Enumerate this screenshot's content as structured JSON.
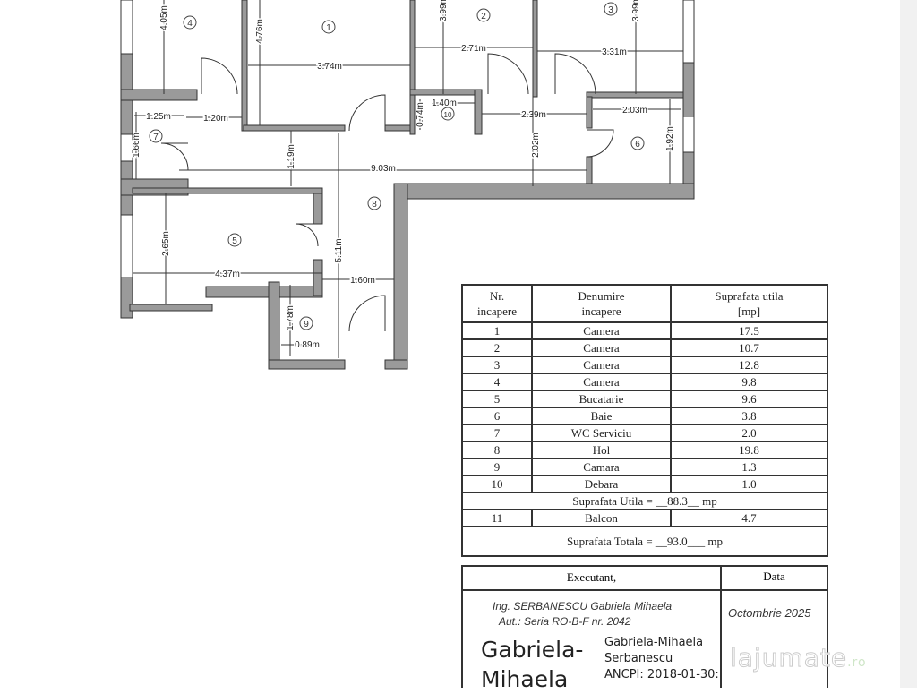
{
  "plan": {
    "rooms": [
      "1",
      "2",
      "3",
      "4",
      "5",
      "6",
      "7",
      "8",
      "9",
      "10"
    ],
    "dimensions": [
      "4.05m",
      "4.76m",
      "3.99m",
      "3.99m",
      "3.74m",
      "2.71m",
      "3.31m",
      "1.25m",
      "1.20m",
      "1.40m",
      "0.74m",
      "2.39m",
      "2.03m",
      "1.66m",
      "1.19m",
      "2.02m",
      "1.92m",
      "9.03m",
      "5.11m",
      "2.65m",
      "4.37m",
      "1.60m",
      "1.78m",
      "0.89m"
    ],
    "wall_color": "#9a9a9a"
  },
  "table": {
    "headers": [
      "Nr.\nincapere",
      "Denumire\nincapere",
      "Suprafata utila\n[mp]"
    ],
    "rows": [
      {
        "nr": "1",
        "name": "Camera",
        "area": "17.5"
      },
      {
        "nr": "2",
        "name": "Camera",
        "area": "10.7"
      },
      {
        "nr": "3",
        "name": "Camera",
        "area": "12.8"
      },
      {
        "nr": "4",
        "name": "Camera",
        "area": "9.8"
      },
      {
        "nr": "5",
        "name": "Bucatarie",
        "area": "9.6"
      },
      {
        "nr": "6",
        "name": "Baie",
        "area": "3.8"
      },
      {
        "nr": "7",
        "name": "WC Serviciu",
        "area": "2.0"
      },
      {
        "nr": "8",
        "name": "Hol",
        "area": "19.8"
      },
      {
        "nr": "9",
        "name": "Camara",
        "area": "1.3"
      },
      {
        "nr": "10",
        "name": "Debara",
        "area": "1.0"
      }
    ],
    "utila": "Suprafata Utila = __88.3__ mp",
    "balcon": {
      "nr": "11",
      "name": "Balcon",
      "area": "4.7"
    },
    "totala": "Suprafata Totala = __93.0___ mp"
  },
  "footer": {
    "executant_label": "Executant,",
    "data_label": "Data",
    "engineer": "Ing. SERBANESCU Gabriela Mihaela",
    "authorization": "Aut.: Seria RO-B-F nr. 2042",
    "signature_name_large": "Gabriela-\nMihaela",
    "signature_lines": [
      "Gabriela-Mihaela",
      "Serbanescu",
      "ANCPI: 2018-01-30:"
    ],
    "date": "Octombrie 2025"
  },
  "watermark": {
    "brand": "lajumate",
    "tld": ".ro"
  }
}
